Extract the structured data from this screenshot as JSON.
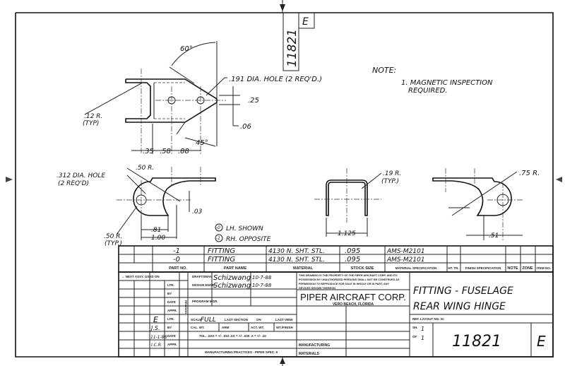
{
  "drawing_number": "11821",
  "revision": "E",
  "note": {
    "title": "NOTE:",
    "line1": "1. MAGNETIC INSPECTION",
    "line2": "REQUIRED."
  },
  "top_view": {
    "angle_60": "60°",
    "angle_45": "45°",
    "hole": ".191 DIA. HOLE (2 REQ'D.)",
    "dim_25": ".25",
    "dim_06": ".06",
    "radius": ".12 R.",
    "radius_typ": "(TYP)",
    "dim_35": ".35",
    "dim_58": ".58",
    "dim_88": ".88"
  },
  "left_view": {
    "hole": ".312 DIA. HOLE",
    "hole_qty": "(2 REQ'D)",
    "radius_top": ".50 R.",
    "radius_bottom": ".50 R.",
    "radius_typ": "(TYP.)",
    "dim_03": ".03",
    "dim_81": ".81",
    "dim_100": "1.00",
    "lh": "LH. SHOWN",
    "lh_num": "-0",
    "rh": "RH. OPPOSITE",
    "rh_num": "-1"
  },
  "middle_view": {
    "radius": ".19 R.",
    "radius_typ": "(TYP.)",
    "width": "1.125"
  },
  "right_view": {
    "radius": ".75 R.",
    "dim_51": ".51"
  },
  "parts_list": {
    "headers": [
      "PART NO.",
      "PART NAME",
      "MATERIAL",
      "STOCK SIZE",
      "MATERIAL SPECIFICATION",
      "HT. TR.",
      "FINISH SPECIFICATION",
      "NOTE",
      "ZONE",
      "ITEM NO."
    ],
    "rows": [
      {
        "part_no": "-1",
        "name": "FITTING",
        "material": "4130 N. SHT. STL.",
        "stock": ".095",
        "spec": "AMS-M2101"
      },
      {
        "part_no": "-0",
        "name": "FITTING",
        "material": "4130 N. SHT. STL.",
        "stock": ".095",
        "spec": "AMS-M2101"
      }
    ]
  },
  "title_block": {
    "next_assy": "← NEXT ASSY. USED ON",
    "draftsman_label": "DRAFTSMAN",
    "draftsman": "Schizwang",
    "draftsman_date": "10-7-88",
    "design_label": "DESIGN ENGR.",
    "design": "Schizwang",
    "design_date": "10-7-88",
    "program_label": "PROGRAM MGR.",
    "rev_labels": [
      "LTR.",
      "BY",
      "DATE",
      "APPR.",
      "LTR.",
      "BY",
      "DATE",
      "APPR."
    ],
    "revision_word": "REVISION",
    "rev_ltr": "E",
    "rev_by": "J.S.",
    "rev_date": "11-1-88",
    "rev_appr": "I.C.R.",
    "scale_label": "SCALE",
    "scale": "FULL",
    "last_section": "LAST SECTION",
    "on": "ON",
    "last_view": "LAST VIEW",
    "cal_wt": "CAL. WT.",
    "arm": "ARM",
    "act_wt": "ACT. WT.",
    "wt_finish": "WT./FINISH",
    "tolerance": "TOL. .XXX = +/- .010 .XX = +/- .030 .X = +/- .10",
    "practices": "MANUFACTURING PRACTICES - PIPER SPEC. 9",
    "notice": [
      "THIS DRAWING IS THE PROPERTY OF THE PIPER AIRCRAFT CORP. AND ITS",
      "POSSESSION BY UNAUTHORIZED PERSONS SHALL NOT BE CONSTRUED AS",
      "PERMISSION TO REPRODUCE FOR SALE IN WHOLE OR IN PART, ANY",
      "DEVICES SHOWN THEREON"
    ],
    "company": "PIPER AIRCRAFT CORP.",
    "location": "VERO BEACH, FLORIDA",
    "manufacturing": "MANUFACTURING",
    "materials": "MATERIALS",
    "title1": "FITTING - FUSELAGE",
    "title2": "REAR WING HINGE",
    "ref_layout": "REF. LAYOUT NO. IS:",
    "sh_label": "SH.",
    "sh": "1",
    "of_label": "OF",
    "of": "1",
    "dwg_no": "11821",
    "rev": "E"
  }
}
